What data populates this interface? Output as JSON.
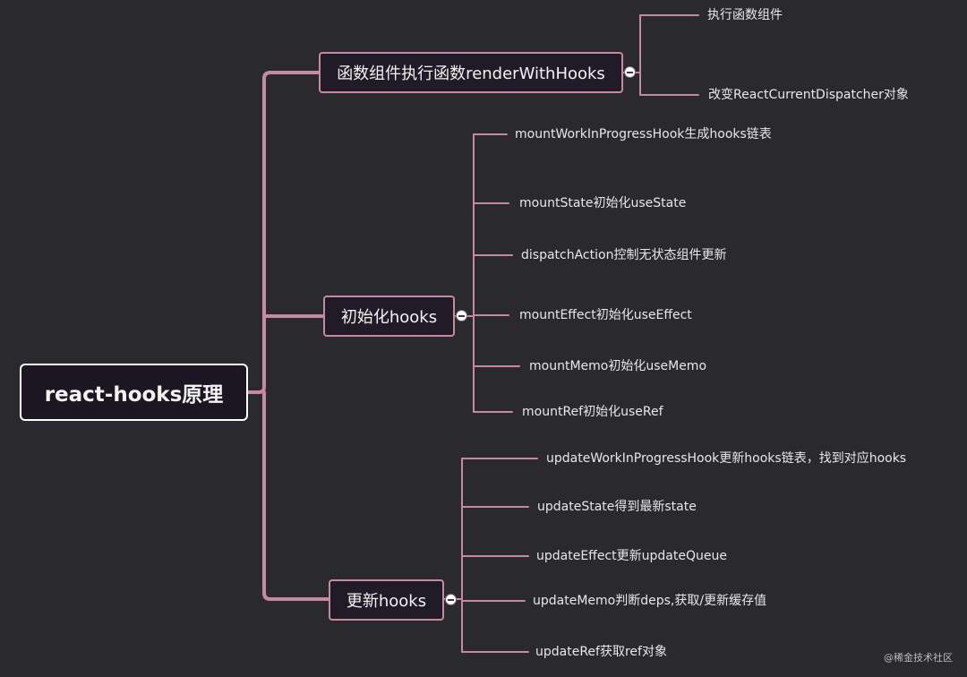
{
  "root": {
    "label": "react-hooks原理"
  },
  "branches": [
    {
      "label": "函数组件执行函数renderWithHooks",
      "children": [
        "执行函数组件",
        "改变ReactCurrentDispatcher对象"
      ]
    },
    {
      "label": "初始化hooks",
      "children": [
        "mountWorkInProgressHook生成hooks链表",
        "mountState初始化useState",
        "dispatchAction控制无状态组件更新",
        "mountEffect初始化useEffect",
        "mountMemo初始化useMemo",
        "mountRef初始化useRef"
      ]
    },
    {
      "label": "更新hooks",
      "children": [
        "updateWorkInProgressHook更新hooks链表，找到对应hooks",
        "updateState得到最新state",
        "updateEffect更新updateQueue",
        "updateMemo判断deps,获取/更新缓存值",
        "updateRef获取ref对象"
      ]
    }
  ],
  "watermark": "@稀金技术社区",
  "colors": {
    "connector": "#c58aa0",
    "background": "#2a2a2e",
    "node_fill": "#211b27"
  }
}
